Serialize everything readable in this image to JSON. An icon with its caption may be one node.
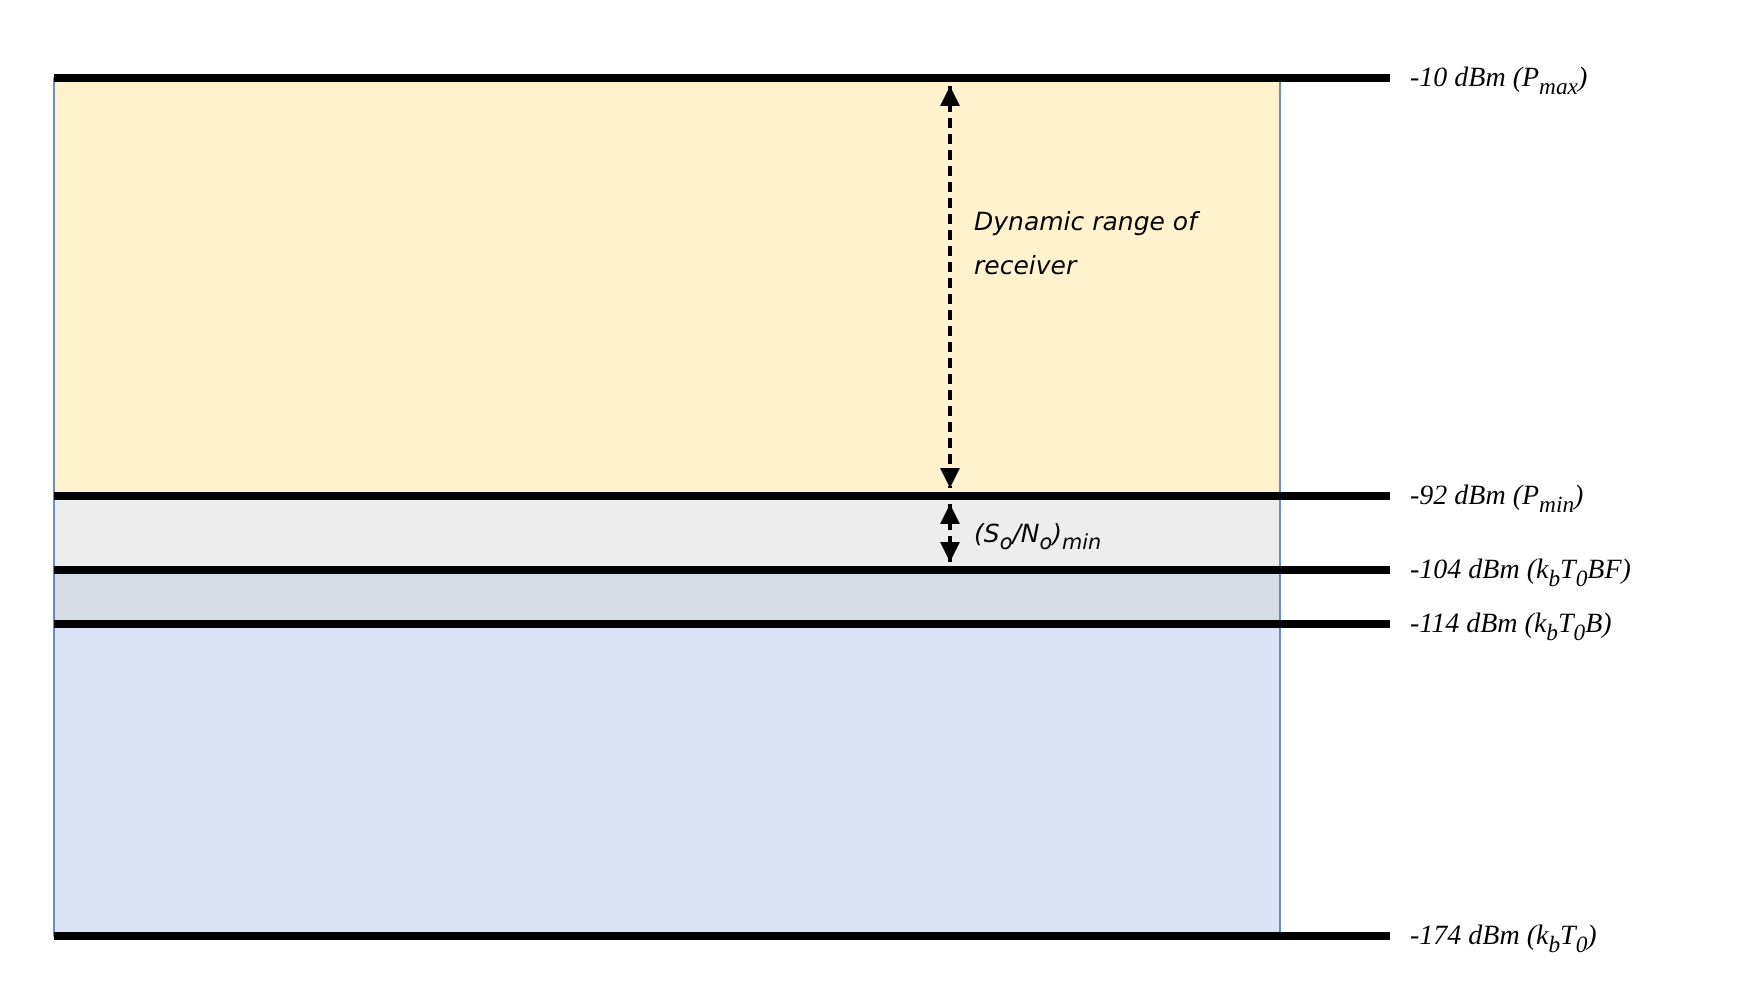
{
  "diagram": {
    "labels": [
      "-10 dBm (P$_{max}$)",
      "Dynamic range of receiver",
      "-92 dBm (P$_{min}$)",
      "(S$_{o}$/N$_{o}$)$_{min}$",
      "-104 dBm (k$_{b}$T$_{0}$BF)",
      "-114 dBm (k$_{b}$T$_{0}$B)",
      "-174 dBm (k$_{b}$T$_{0}$)"
    ]
  }
}
